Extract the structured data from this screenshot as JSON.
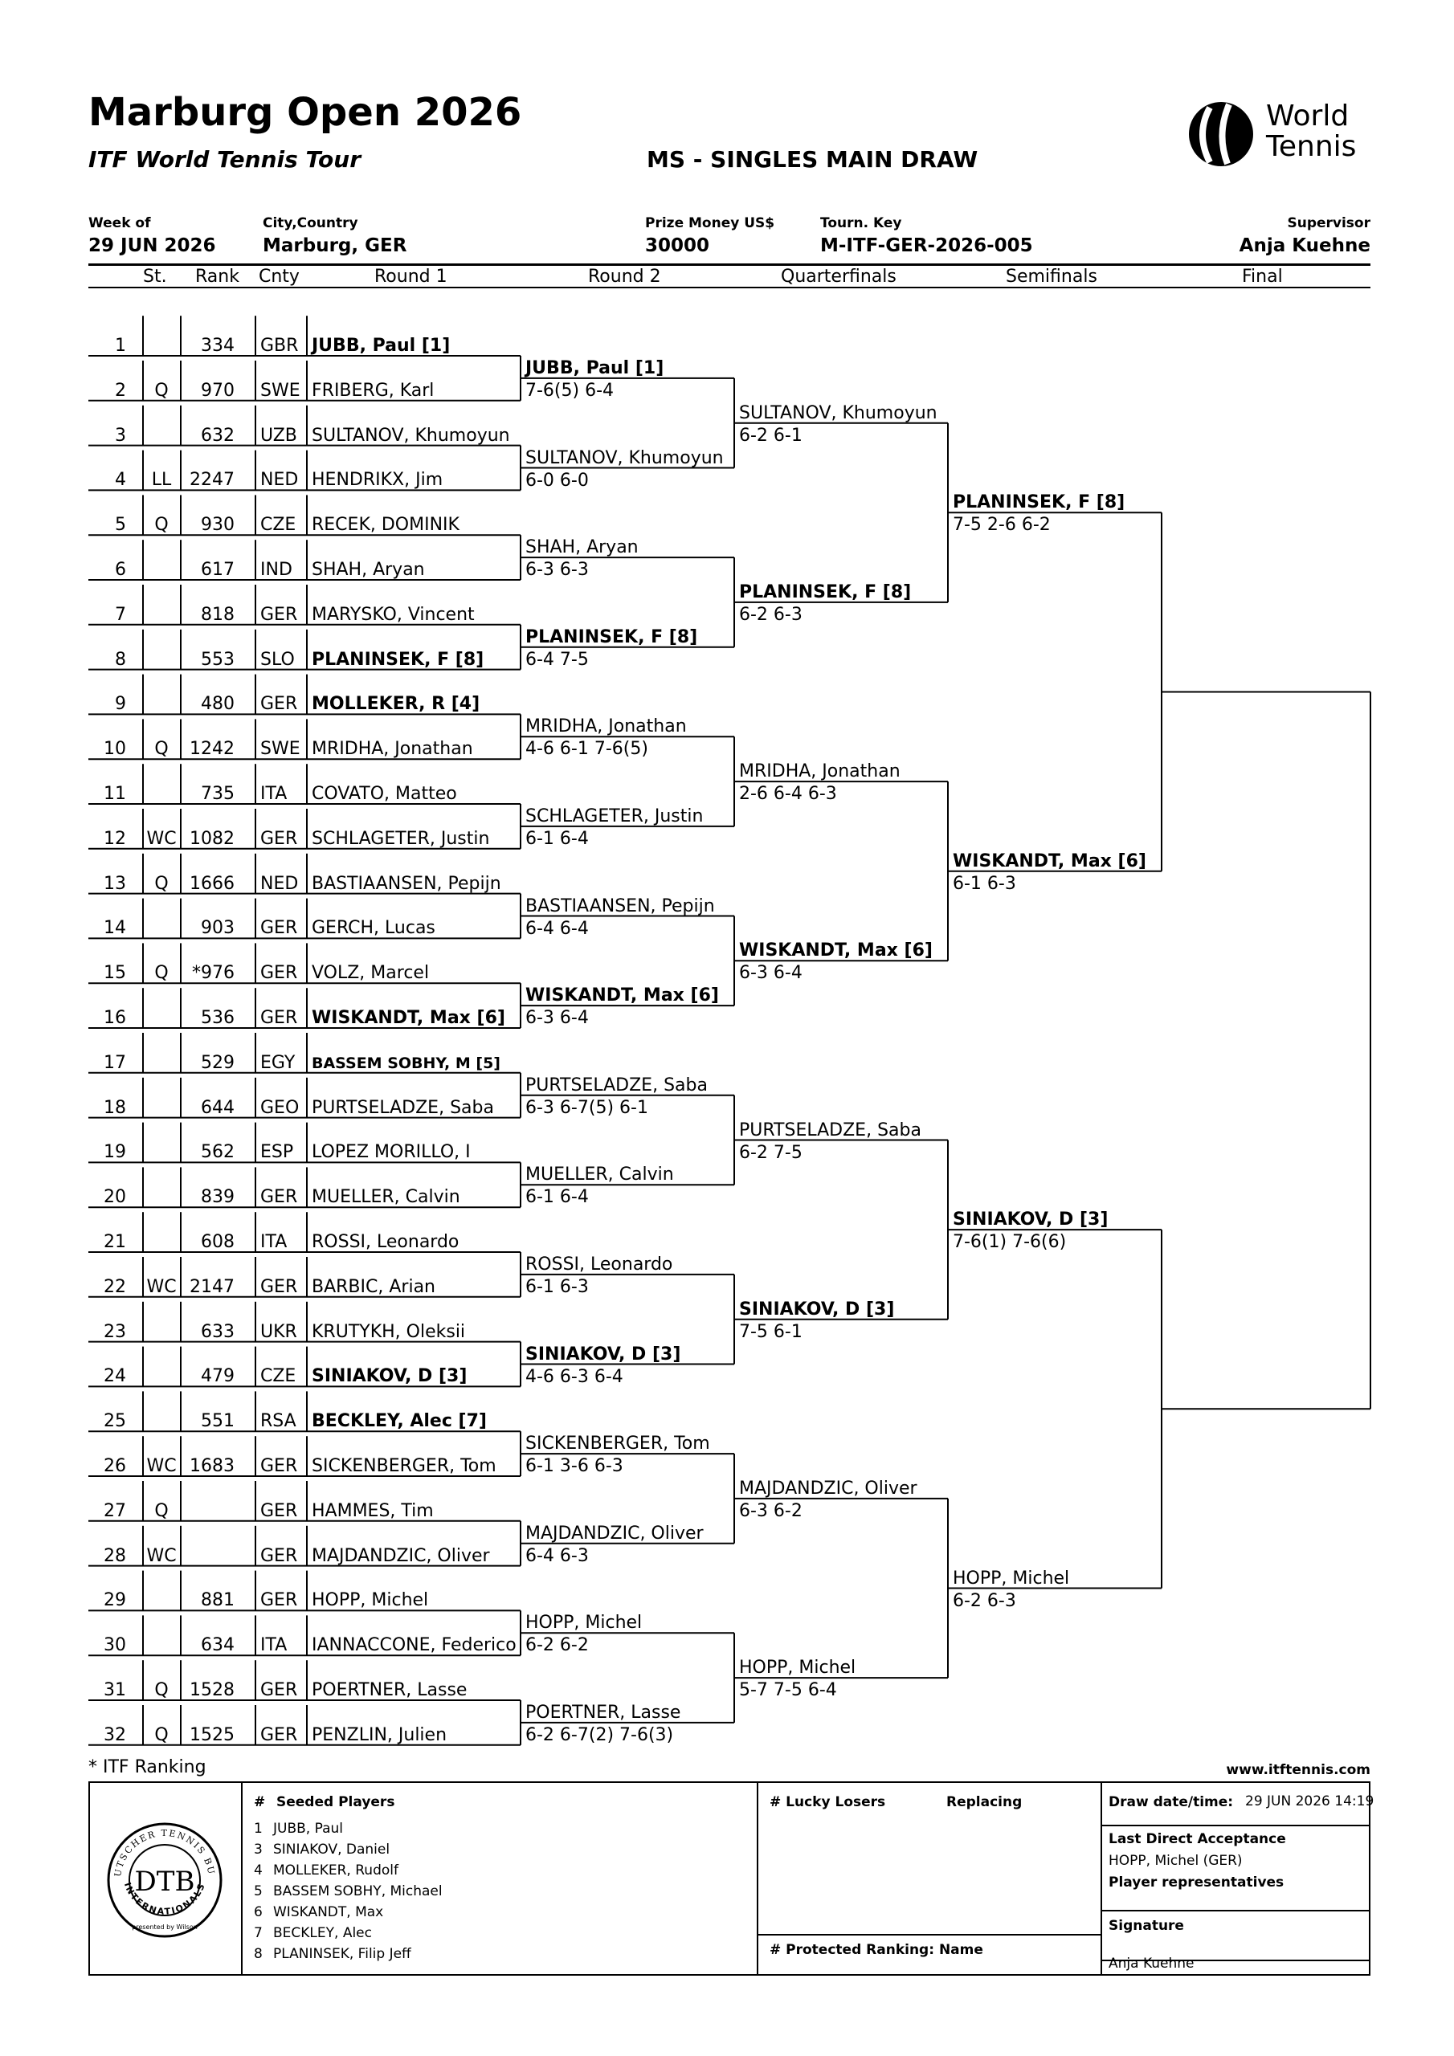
{
  "header": {
    "title": "Marburg Open 2026",
    "subtitle": "ITF World Tennis Tour",
    "draw_name": "MS - SINGLES MAIN DRAW",
    "logo": {
      "icon": "world-tennis-logo-icon",
      "line1": "World",
      "line2": "Tennis"
    },
    "info": {
      "week_label": "Week of",
      "week_value": "29 JUN 2026",
      "city_label": "City,Country",
      "city_value": "Marburg, GER",
      "prize_label": "Prize Money US$",
      "prize_value": "30000",
      "key_label": "Tourn. Key",
      "key_value": "M-ITF-GER-2026-005",
      "supervisor_label": "Supervisor",
      "supervisor_value": "Anja Kuehne"
    },
    "columns": {
      "st": "St.",
      "rank": "Rank",
      "cnty": "Cnty",
      "r1": "Round 1",
      "r2": "Round 2",
      "qf": "Quarterfinals",
      "sf": "Semifinals",
      "f": "Final"
    }
  },
  "draw": [
    {
      "pos": "1",
      "st": "",
      "rank": "334",
      "cnty": "GBR",
      "name": "JUBB, Paul [1]",
      "bold": true
    },
    {
      "pos": "2",
      "st": "Q",
      "rank": "970",
      "cnty": "SWE",
      "name": "FRIBERG, Karl"
    },
    {
      "pos": "3",
      "st": "",
      "rank": "632",
      "cnty": "UZB",
      "name": "SULTANOV, Khumoyun"
    },
    {
      "pos": "4",
      "st": "LL",
      "rank": "2247",
      "cnty": "NED",
      "name": "HENDRIKX, Jim"
    },
    {
      "pos": "5",
      "st": "Q",
      "rank": "930",
      "cnty": "CZE",
      "name": "RECEK, DOMINIK"
    },
    {
      "pos": "6",
      "st": "",
      "rank": "617",
      "cnty": "IND",
      "name": "SHAH, Aryan"
    },
    {
      "pos": "7",
      "st": "",
      "rank": "818",
      "cnty": "GER",
      "name": "MARYSKO, Vincent"
    },
    {
      "pos": "8",
      "st": "",
      "rank": "553",
      "cnty": "SLO",
      "name": "PLANINSEK, F [8]",
      "bold": true
    },
    {
      "pos": "9",
      "st": "",
      "rank": "480",
      "cnty": "GER",
      "name": "MOLLEKER, R [4]",
      "bold": true
    },
    {
      "pos": "10",
      "st": "Q",
      "rank": "1242",
      "cnty": "SWE",
      "name": "MRIDHA, Jonathan"
    },
    {
      "pos": "11",
      "st": "",
      "rank": "735",
      "cnty": "ITA",
      "name": "COVATO, Matteo"
    },
    {
      "pos": "12",
      "st": "WC",
      "rank": "1082",
      "cnty": "GER",
      "name": "SCHLAGETER, Justin"
    },
    {
      "pos": "13",
      "st": "Q",
      "rank": "1666",
      "cnty": "NED",
      "name": "BASTIAANSEN, Pepijn"
    },
    {
      "pos": "14",
      "st": "",
      "rank": "903",
      "cnty": "GER",
      "name": "GERCH, Lucas"
    },
    {
      "pos": "15",
      "st": "Q",
      "rank": "*976",
      "cnty": "GER",
      "name": "VOLZ, Marcel"
    },
    {
      "pos": "16",
      "st": "",
      "rank": "536",
      "cnty": "GER",
      "name": "WISKANDT, Max [6]",
      "bold": true
    },
    {
      "pos": "17",
      "st": "",
      "rank": "529",
      "cnty": "EGY",
      "name": "BASSEM SOBHY, M [5]",
      "bold": true,
      "small": true
    },
    {
      "pos": "18",
      "st": "",
      "rank": "644",
      "cnty": "GEO",
      "name": "PURTSELADZE, Saba"
    },
    {
      "pos": "19",
      "st": "",
      "rank": "562",
      "cnty": "ESP",
      "name": "LOPEZ MORILLO, I"
    },
    {
      "pos": "20",
      "st": "",
      "rank": "839",
      "cnty": "GER",
      "name": "MUELLER, Calvin"
    },
    {
      "pos": "21",
      "st": "",
      "rank": "608",
      "cnty": "ITA",
      "name": "ROSSI, Leonardo"
    },
    {
      "pos": "22",
      "st": "WC",
      "rank": "2147",
      "cnty": "GER",
      "name": "BARBIC, Arian"
    },
    {
      "pos": "23",
      "st": "",
      "rank": "633",
      "cnty": "UKR",
      "name": "KRUTYKH, Oleksii"
    },
    {
      "pos": "24",
      "st": "",
      "rank": "479",
      "cnty": "CZE",
      "name": "SINIAKOV, D [3]",
      "bold": true
    },
    {
      "pos": "25",
      "st": "",
      "rank": "551",
      "cnty": "RSA",
      "name": "BECKLEY, Alec [7]",
      "bold": true
    },
    {
      "pos": "26",
      "st": "WC",
      "rank": "1683",
      "cnty": "GER",
      "name": "SICKENBERGER, Tom"
    },
    {
      "pos": "27",
      "st": "Q",
      "rank": "",
      "cnty": "GER",
      "name": "HAMMES, Tim"
    },
    {
      "pos": "28",
      "st": "WC",
      "rank": "",
      "cnty": "GER",
      "name": "MAJDANDZIC, Oliver"
    },
    {
      "pos": "29",
      "st": "",
      "rank": "881",
      "cnty": "GER",
      "name": "HOPP, Michel"
    },
    {
      "pos": "30",
      "st": "",
      "rank": "634",
      "cnty": "ITA",
      "name": "IANNACCONE, Federico"
    },
    {
      "pos": "31",
      "st": "Q",
      "rank": "1528",
      "cnty": "GER",
      "name": "POERTNER, Lasse"
    },
    {
      "pos": "32",
      "st": "Q",
      "rank": "1525",
      "cnty": "GER",
      "name": "PENZLIN, Julien"
    }
  ],
  "rounds": [
    [
      {
        "name": "JUBB, Paul [1]",
        "score": "7-6(5) 6-4",
        "bold": true
      },
      {
        "name": "SULTANOV, Khumoyun",
        "score": "6-0 6-0"
      },
      {
        "name": "SHAH, Aryan",
        "score": "6-3 6-3"
      },
      {
        "name": "PLANINSEK, F [8]",
        "score": "6-4 7-5",
        "bold": true
      },
      {
        "name": "MRIDHA, Jonathan",
        "score": "4-6 6-1 7-6(5)"
      },
      {
        "name": "SCHLAGETER, Justin",
        "score": "6-1 6-4"
      },
      {
        "name": "BASTIAANSEN, Pepijn",
        "score": "6-4 6-4"
      },
      {
        "name": "WISKANDT, Max [6]",
        "score": "6-3 6-4",
        "bold": true
      },
      {
        "name": "PURTSELADZE, Saba",
        "score": "6-3 6-7(5) 6-1"
      },
      {
        "name": "MUELLER, Calvin",
        "score": "6-1 6-4"
      },
      {
        "name": "ROSSI, Leonardo",
        "score": "6-1 6-3"
      },
      {
        "name": "SINIAKOV, D [3]",
        "score": "4-6 6-3 6-4",
        "bold": true
      },
      {
        "name": "SICKENBERGER, Tom",
        "score": "6-1 3-6 6-3"
      },
      {
        "name": "MAJDANDZIC, Oliver",
        "score": "6-4 6-3"
      },
      {
        "name": "HOPP, Michel",
        "score": "6-2 6-2"
      },
      {
        "name": "POERTNER, Lasse",
        "score": "6-2 6-7(2) 7-6(3)"
      }
    ],
    [
      {
        "name": "SULTANOV, Khumoyun",
        "score": "6-2 6-1"
      },
      {
        "name": "PLANINSEK, F [8]",
        "score": "6-2 6-3",
        "bold": true
      },
      {
        "name": "MRIDHA, Jonathan",
        "score": "2-6 6-4 6-3"
      },
      {
        "name": "WISKANDT, Max [6]",
        "score": "6-3 6-4",
        "bold": true
      },
      {
        "name": "PURTSELADZE, Saba",
        "score": "6-2 7-5"
      },
      {
        "name": "SINIAKOV, D [3]",
        "score": "7-5 6-1",
        "bold": true
      },
      {
        "name": "MAJDANDZIC, Oliver",
        "score": "6-3 6-2"
      },
      {
        "name": "HOPP, Michel",
        "score": "5-7 7-5 6-4"
      }
    ],
    [
      {
        "name": "PLANINSEK, F [8]",
        "score": "7-5 2-6 6-2",
        "bold": true
      },
      {
        "name": "WISKANDT, Max [6]",
        "score": "6-1 6-3",
        "bold": true
      },
      {
        "name": "SINIAKOV, D [3]",
        "score": "7-6(1) 7-6(6)",
        "bold": true
      },
      {
        "name": "HOPP, Michel",
        "score": "6-2 6-3"
      }
    ]
  ],
  "footer": {
    "itf_ranking_note": "* ITF Ranking",
    "website": "www.itftennis.com",
    "seeded_header": "Seeded Players",
    "hash": "#",
    "seeds": [
      {
        "n": "1",
        "name": "JUBB, Paul"
      },
      {
        "n": "3",
        "name": "SINIAKOV, Daniel"
      },
      {
        "n": "4",
        "name": "MOLLEKER, Rudolf"
      },
      {
        "n": "5",
        "name": "BASSEM SOBHY, Michael"
      },
      {
        "n": "6",
        "name": "WISKANDT, Max"
      },
      {
        "n": "7",
        "name": "BECKLEY, Alec"
      },
      {
        "n": "8",
        "name": "PLANINSEK, Filip Jeff"
      }
    ],
    "lucky_losers_header": "# Lucky Losers",
    "replacing_header": "Replacing",
    "protected_header": "#  Protected Ranking: Name",
    "draw_date_label": "Draw date/time:",
    "draw_date_value": "29 JUN 2026 14:19",
    "lda_label": "Last Direct Acceptance",
    "lda_value": "HOPP, Michel (GER)",
    "player_reps_label": "Player representatives",
    "signature_label": "Signature",
    "signature_value": "Anja Kuehne",
    "dtb_logo": {
      "icon": "dtb-seal-icon",
      "center": "DTB",
      "ring_top": "DEUTSCHER TENNIS BUND",
      "ring_bottom": "INTERNATIONALS",
      "presented": "presented by Wilson"
    }
  }
}
